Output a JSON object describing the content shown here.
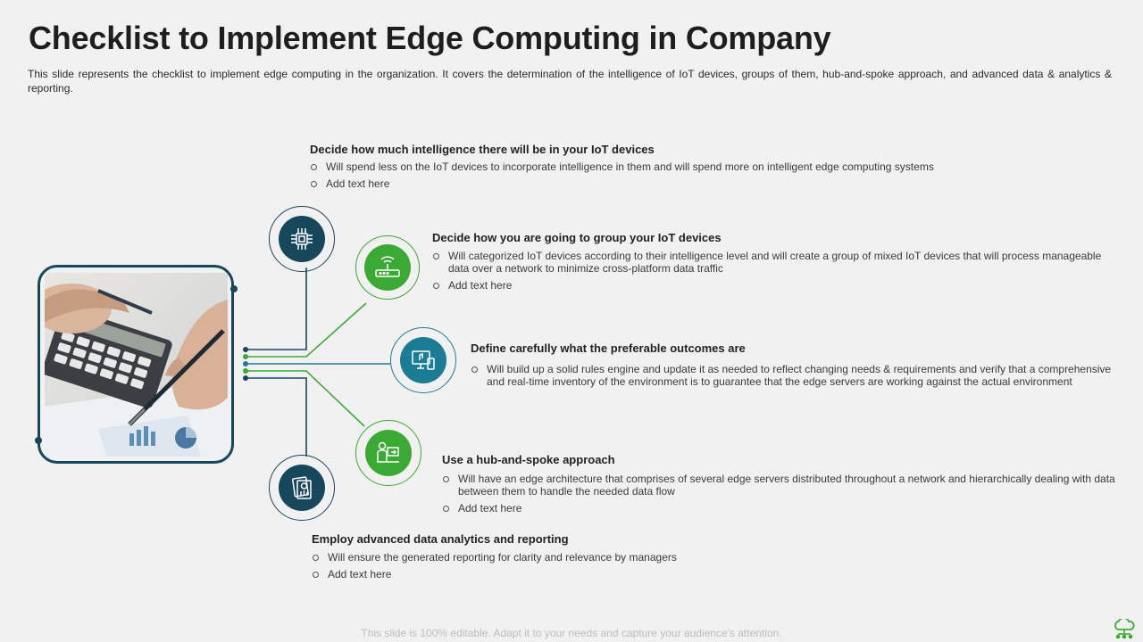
{
  "header": {
    "title": "Checklist to Implement Edge Computing in Company",
    "subtitle": "This slide represents the checklist to implement edge computing in the organization. It covers the determination of the intelligence of IoT devices, groups of them, hub-and-spoke approach, and advanced data & analytics & reporting."
  },
  "colors": {
    "dark_teal": "#17475a",
    "green": "#3aaa35",
    "teal": "#1a7d94",
    "light_green": "#6cc24a"
  },
  "items": [
    {
      "heading": "Decide how much intelligence there will be in your IoT devices",
      "icon": "chip-icon",
      "bullets": [
        "Will spend less on the IoT devices to incorporate intelligence in them and will spend more on intelligent edge computing systems",
        "Add text here"
      ]
    },
    {
      "heading": "Decide how you are going to group your IoT devices",
      "icon": "router-icon",
      "bullets": [
        "Will categorized IoT devices according to their intelligence level and will create a group of mixed IoT devices that will process manageable data over a network to minimize cross-platform data traffic",
        "Add text here"
      ]
    },
    {
      "heading": "Define carefully what the preferable outcomes are",
      "icon": "devices-icon",
      "bullets": [
        "Will build up a solid rules engine and update it as needed to reflect changing needs & requirements and verify that a comprehensive and real-time inventory of the environment is to guarantee that the edge servers are working against the actual environment"
      ]
    },
    {
      "heading": "Use a hub-and-spoke approach",
      "icon": "presenter-icon",
      "bullets": [
        "Will have an edge architecture that comprises of several edge servers distributed throughout a network and hierarchically dealing with data between them to handle the needed data flow",
        "Add text here"
      ]
    },
    {
      "heading": "Employ advanced data analytics and reporting",
      "icon": "report-icon",
      "bullets": [
        "Will ensure the generated reporting for clarity and relevance by managers",
        "Add text here"
      ]
    }
  ],
  "footer": {
    "note": "This slide is 100% editable. Adapt it to your needs and capture your audience's attention."
  },
  "photo": {
    "icon": "calculator-photo"
  },
  "logo": {
    "icon": "cloud-network-logo-icon"
  }
}
